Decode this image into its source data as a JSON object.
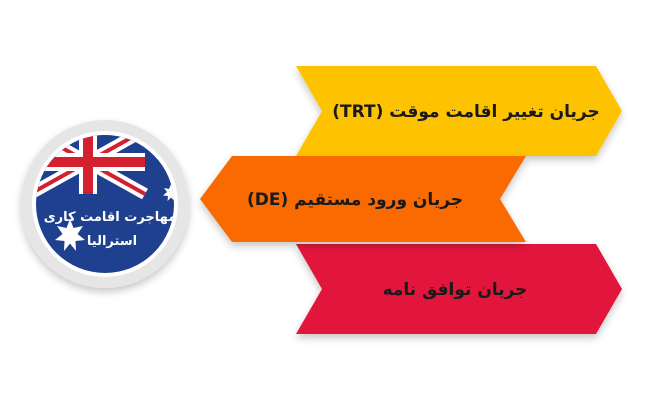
{
  "badge": {
    "line1": "مهاجرت اقامت کاری",
    "line2": "استرالیا",
    "flag_blue": "#1f3f8f",
    "flag_red": "#d4202e",
    "ring_color": "#e6e6e6"
  },
  "streams": [
    {
      "label": "جریان تغییر اقامت موقت (TRT)",
      "color": "#fdc300",
      "direction": "right"
    },
    {
      "label": "جریان ورود مستقیم (DE)",
      "color": "#f96b00",
      "direction": "left"
    },
    {
      "label": "جریان توافق نامه",
      "color": "#e2123d",
      "direction": "right"
    }
  ]
}
